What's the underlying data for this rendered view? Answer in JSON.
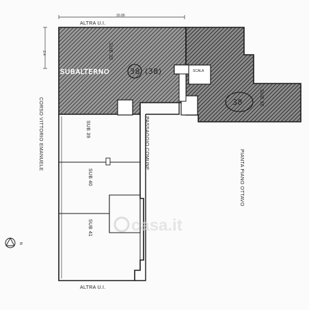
{
  "labels": {
    "altra_top": "ALTRA U.I.",
    "altra_bottom": "ALTRA U.I.",
    "corso": "CORSO VITTORIO EMANUELE",
    "passaggio": "PASSAGGIO COMUNE",
    "pianta": "PIANTA PIANO OTTAVO",
    "sub35": "SUB 35",
    "sub36": "SUB 36",
    "sub39": "SUB 39",
    "sub40": "SUB 40",
    "sub41": "SUB 41",
    "scala": "SCALA",
    "subalterno": "SUBALTERNO",
    "sub_num": "38",
    "sub_num_paren": "(38)",
    "sub_num_right": "38",
    "north": "N",
    "watermark": "casa.it",
    "scale_mark_top": "10.00",
    "scale_mark_left": "2.4"
  },
  "colors": {
    "line": "#1a1a1a",
    "hatch": "#2a2a2a",
    "paper": "#fbfbfb"
  }
}
